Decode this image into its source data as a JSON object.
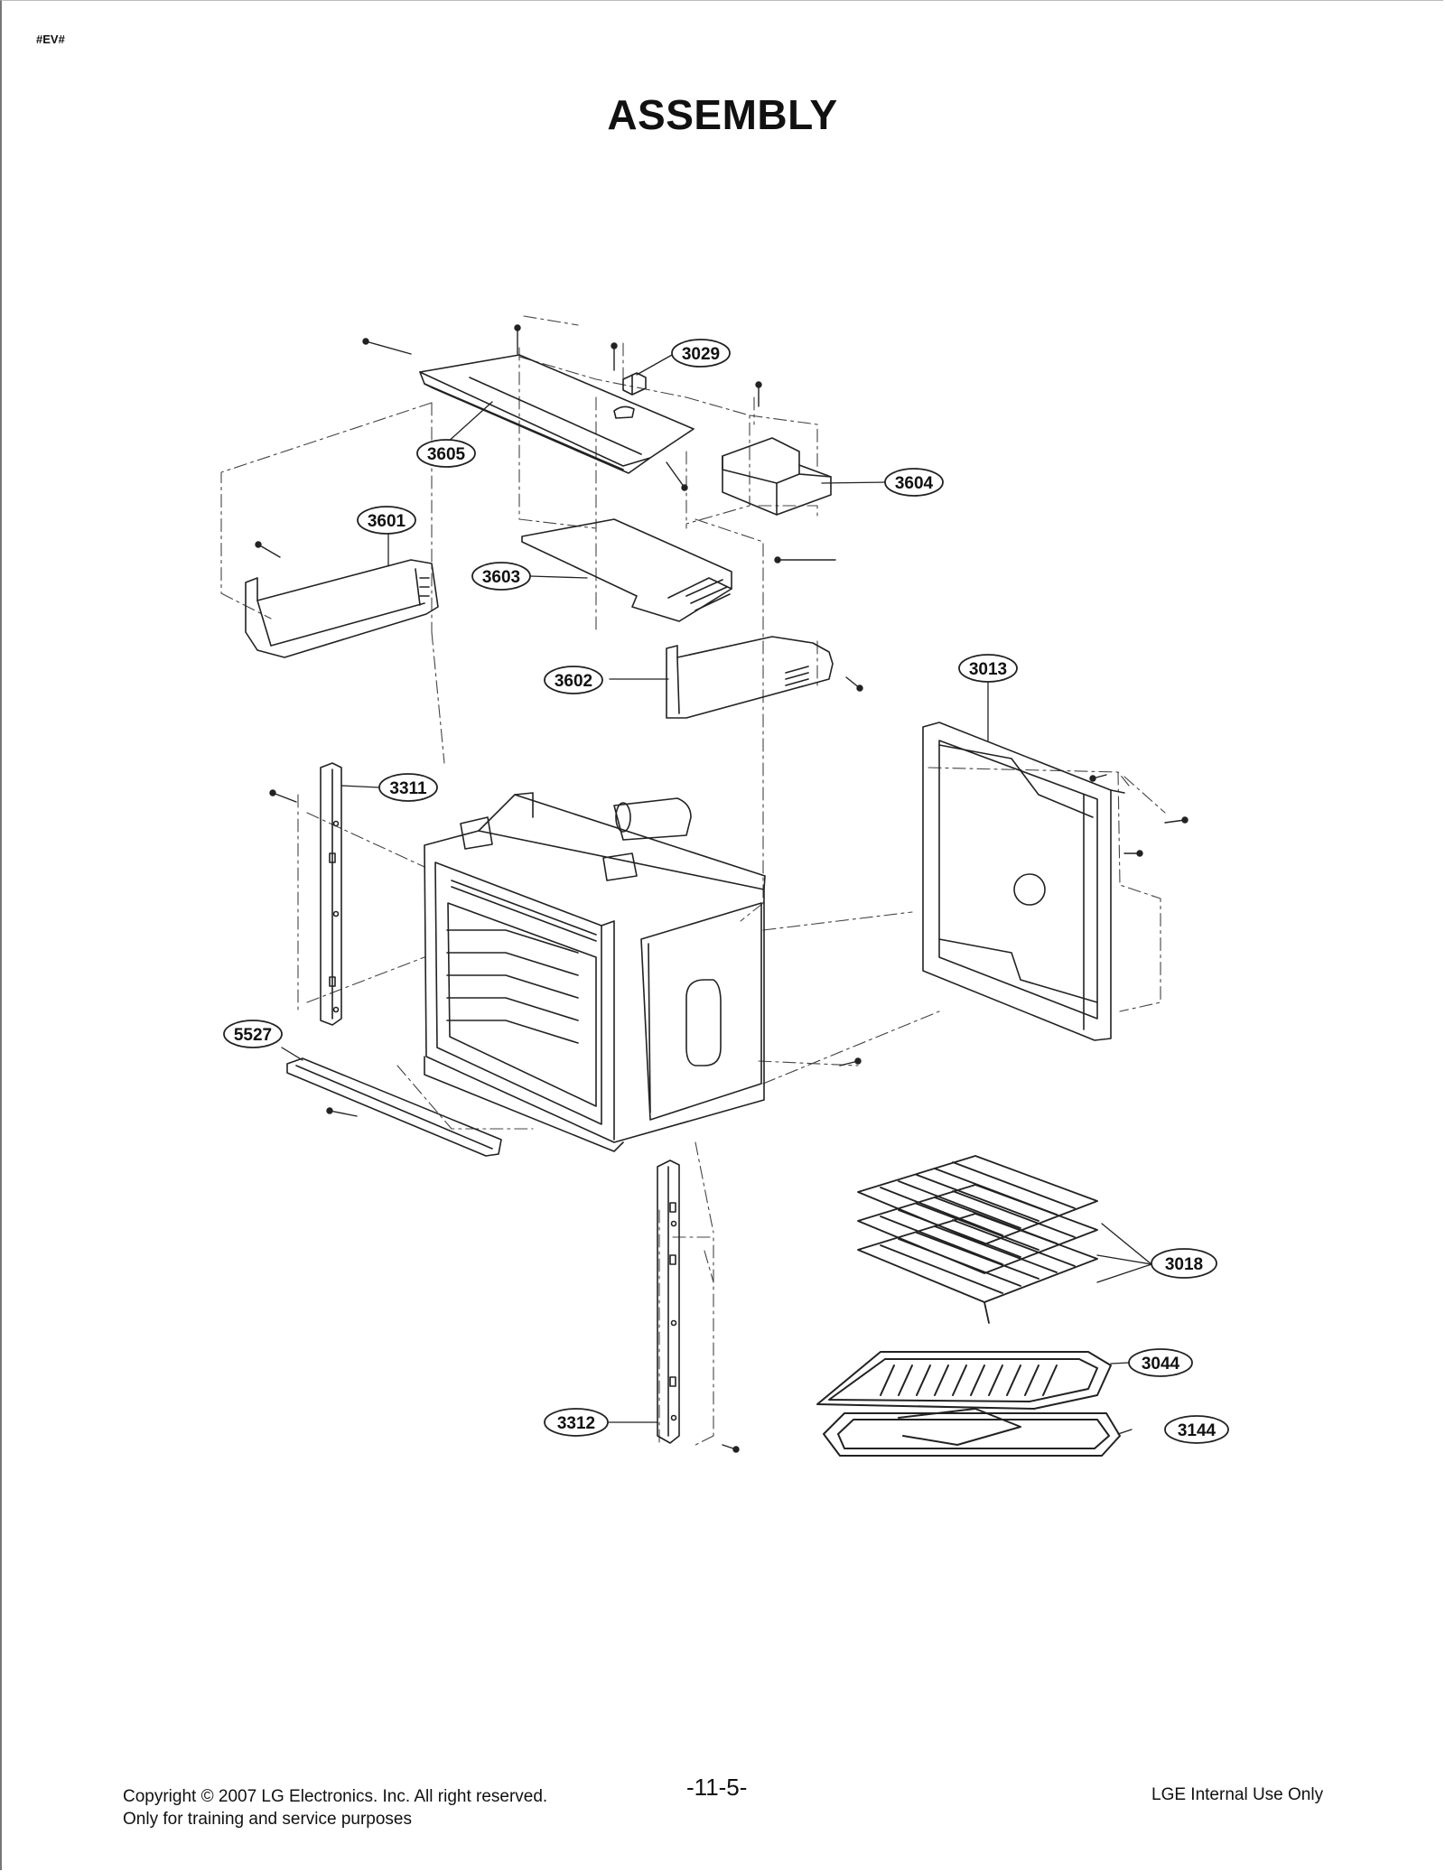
{
  "header": {
    "doc_code": "#EV#",
    "title": "ASSEMBLY"
  },
  "callouts": [
    {
      "id": "3029",
      "label": "3029",
      "part": "3029"
    },
    {
      "id": "3605",
      "label": "3605",
      "part": "3605"
    },
    {
      "id": "3604",
      "label": "3604",
      "part": "3604"
    },
    {
      "id": "3601",
      "label": "3601",
      "part": "3601"
    },
    {
      "id": "3603",
      "label": "3603",
      "part": "3603"
    },
    {
      "id": "3602",
      "label": "3602",
      "part": "3602"
    },
    {
      "id": "3013",
      "label": "3013",
      "part": "3013"
    },
    {
      "id": "3311",
      "label": "3311",
      "part": "3311"
    },
    {
      "id": "5527",
      "label": "5527",
      "part": "5527"
    },
    {
      "id": "3018",
      "label": "3018",
      "part": "3018"
    },
    {
      "id": "3044",
      "label": "3044",
      "part": "3044"
    },
    {
      "id": "3144",
      "label": "3144",
      "part": "3144"
    },
    {
      "id": "3312",
      "label": "3312",
      "part": "3312"
    }
  ],
  "footer": {
    "copyright_line1": "Copyright © 2007 LG Electronics. Inc. All right reserved.",
    "copyright_line2": "Only for training and service purposes",
    "page_number": "-11-5-",
    "internal": "LGE Internal Use Only"
  },
  "colors": {
    "line": "#222222",
    "dash": "#444444",
    "text": "#111111"
  }
}
